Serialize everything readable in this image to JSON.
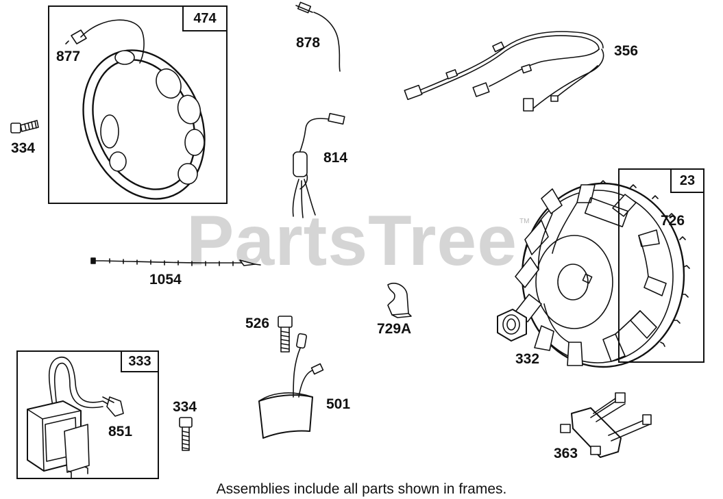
{
  "frames": {
    "armature": "474",
    "ignition": "333",
    "flywheel": "23"
  },
  "labels": {
    "terminal_877": "877",
    "wire_878": "878",
    "harness_356": "356",
    "screw_334_top": "334",
    "wire_814": "814",
    "flywheel_726": "726",
    "wire_1054": "1054",
    "clip_729a": "729A",
    "screw_526": "526",
    "nut_332": "332",
    "wire_851": "851",
    "screw_334_bottom": "334",
    "module_501": "501",
    "bracket_363": "363"
  },
  "watermark": {
    "text": "PartsTree",
    "tm": "TM"
  },
  "footer": "Assemblies include all parts shown in frames."
}
